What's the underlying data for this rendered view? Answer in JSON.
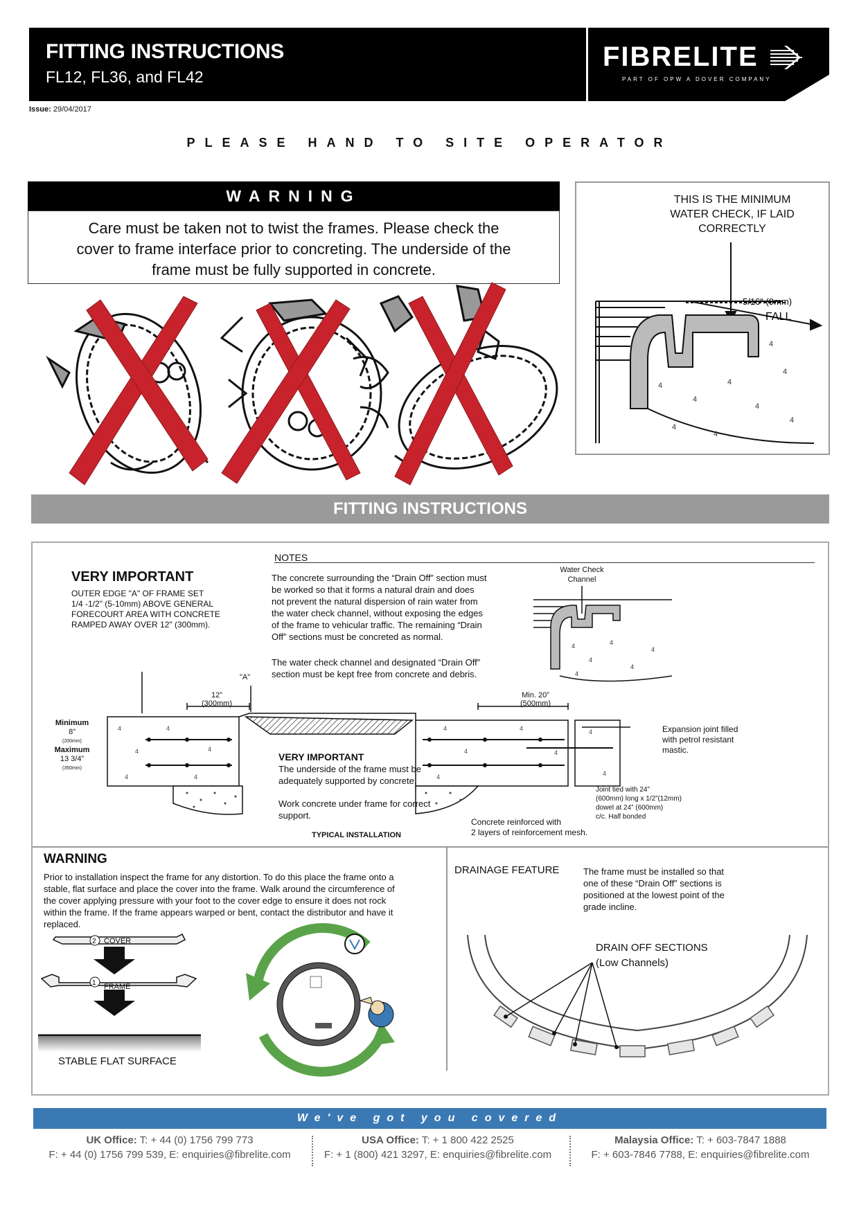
{
  "header": {
    "title": "FITTING INSTRUCTIONS",
    "subtitle": "FL12, FL36, and FL42",
    "logo": "FIBRELITE",
    "logo_tagline": "PART OF OPW  A DOVER COMPANY"
  },
  "issue": {
    "label": "Issue:",
    "date": "29/04/2017"
  },
  "site_note": "PLEASE HAND TO SITE OPERATOR",
  "warning": {
    "heading": "WARNING",
    "lines": [
      "Care must be taken not to twist the frames. Please check the",
      "cover to frame interface prior to concreting. The underside of the",
      "frame must be fully supported in concrete."
    ]
  },
  "water_check": {
    "caption_lines": [
      "THIS IS THE MINIMUM",
      "WATER CHECK, IF LAID",
      "CORRECTLY"
    ],
    "dimension": "5/16\" (9mm)",
    "fall": "FALL"
  },
  "fitting_heading": "FITTING INSTRUCTIONS",
  "diagram": {
    "notes_title": "NOTES",
    "very_important_title": "VERY IMPORTANT",
    "very_important_lines": [
      "OUTER EDGE \"A\" OF FRAME SET",
      "1/4 -1/2\" (5-10mm) ABOVE GENERAL",
      "FORECOURT AREA WITH CONCRETE",
      "RAMPED AWAY OVER 12\" (300mm)."
    ],
    "notes_p1_lines": [
      "The concrete surrounding the “Drain Off” section must",
      "be worked so that it forms a natural drain and does",
      "not prevent the natural dispersion of rain water from",
      "the water check channel, without exposing the edges",
      "of the frame to vehicular traffic. The remaining “Drain",
      "Off” sections must be concreted as normal."
    ],
    "notes_p2_lines": [
      "The water check channel and designated “Drain Off”",
      "section must be kept free from concrete and debris."
    ],
    "water_check_channel": [
      "Water Check",
      "Channel"
    ],
    "dim_12": [
      "12”",
      "(300mm)"
    ],
    "dim_a": "\"A\"",
    "dim_20": [
      "Min. 20”",
      "(500mm)"
    ],
    "minmax": {
      "min_label": "Minimum",
      "min_value": "8”",
      "min_mm": "(200mm)",
      "max_label": "Maximum",
      "max_value": "13 3/4”",
      "max_mm": "(350mm)"
    },
    "vi2_title": "VERY IMPORTANT",
    "vi2_lines": [
      "The underside of the frame must be",
      "adequately supported by concrete."
    ],
    "work_lines": [
      "Work concrete under frame for correct",
      "support."
    ],
    "typical": "TYPICAL INSTALLATION",
    "concrete_reinforced": [
      "Concrete reinforced with",
      "2 layers of reinforcement mesh."
    ],
    "expansion": [
      "Expansion joint filled",
      "with petrol resistant",
      "mastic."
    ],
    "joint": [
      "Joint tied with 24”",
      "(600mm) long x 1/2”(12mm)",
      "dowel at 24” (600mm)",
      "c/c. Half bonded"
    ]
  },
  "warning2": {
    "title": "WARNING",
    "lines": [
      "Prior to installation inspect the frame for any distortion. To do this place the frame onto a",
      "stable, flat surface  and place the cover into the frame. Walk around the circumference of",
      "the cover applying pressure with your foot to the cover edge to ensure it does not rock",
      "within the frame. If the frame appears warped or bent, contact the distributor and have it",
      "replaced."
    ],
    "cover_label": "COVER",
    "cover_num": "2",
    "frame_label": "FRAME",
    "frame_num": "1",
    "stable": "STABLE FLAT SURFACE"
  },
  "drainage": {
    "title": "DRAINAGE FEATURE",
    "lines": [
      "The frame must be installed so that",
      "one of these “Drain Off” sections is",
      "positioned at the lowest point of the",
      "grade incline."
    ],
    "drain_off": "DRAIN OFF SECTIONS",
    "low_channels": "(Low Channels)"
  },
  "footer": {
    "slogan": "We've got you covered",
    "uk": {
      "label": "UK Office:",
      "tel": "T: + 44 (0) 1756 799 773",
      "line2": "F: + 44 (0) 1756 799 539,  E: enquiries@fibrelite.com"
    },
    "usa": {
      "label": "USA Office:",
      "tel": "T: + 1 800 422 2525",
      "line2": "F: + 1 (800) 421 3297, E: enquiries@fibrelite.com"
    },
    "my": {
      "label": "Malaysia Office:",
      "tel": "T: + 603-7847 1888",
      "line2": "F: + 603-7846 7788, E: enquiries@fibrelite.com"
    }
  },
  "colors": {
    "accent_blue": "#3b79b4",
    "cross_red": "#c8232c",
    "arrow_green": "#5aa34a",
    "bar_grey": "#9a9a9a"
  }
}
